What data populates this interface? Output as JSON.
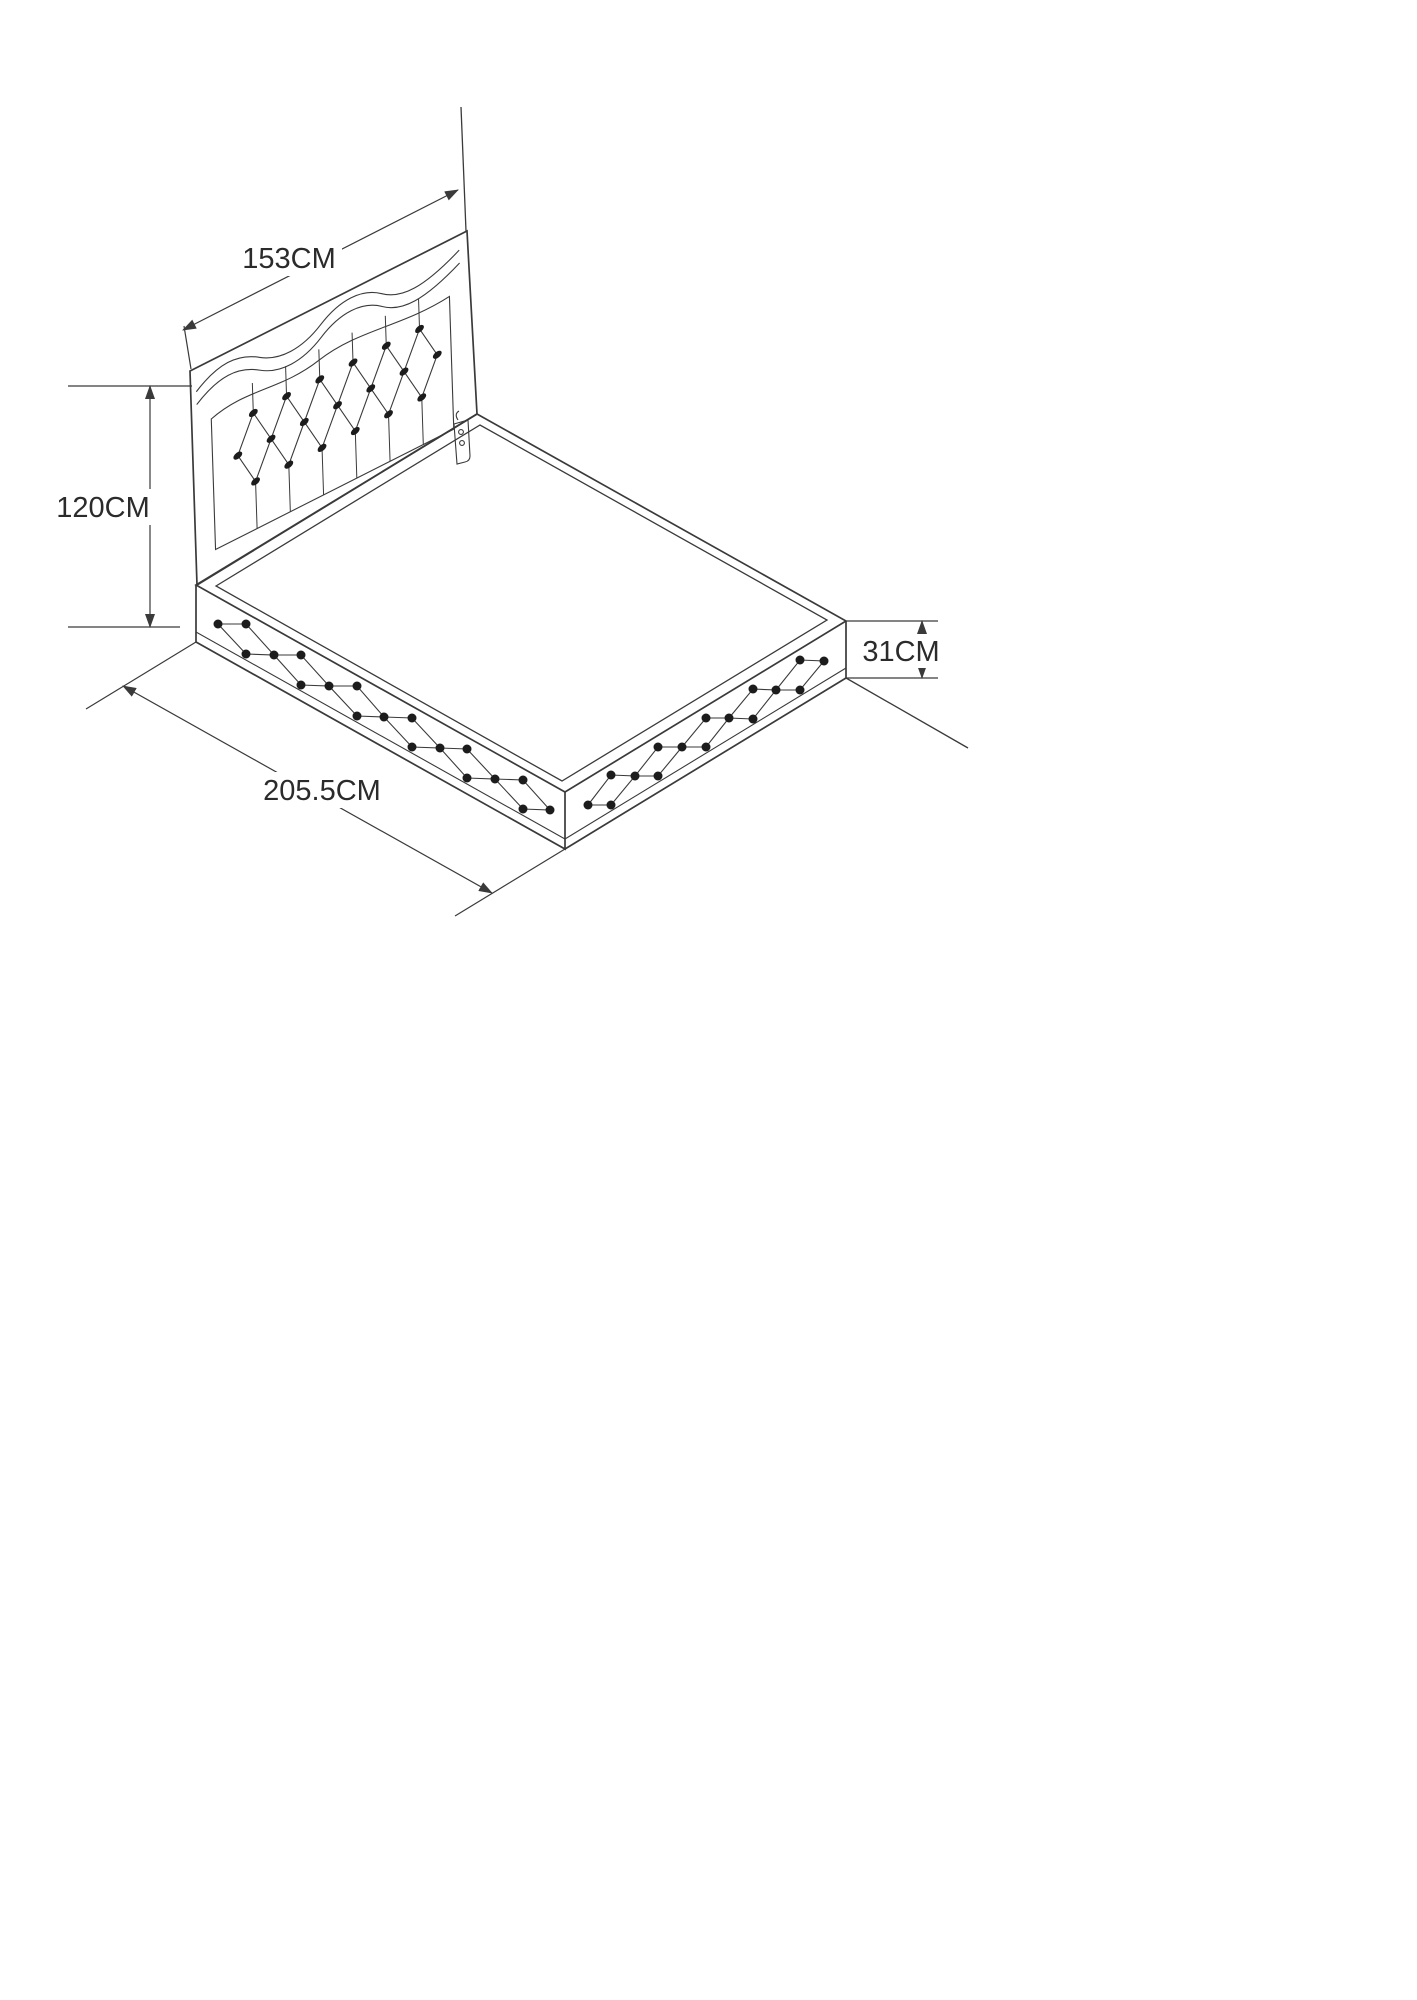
{
  "diagram": {
    "labels": {
      "headboard_width": "153CM",
      "headboard_height": "120CM",
      "bed_length": "205.5CM",
      "base_height": "31CM"
    },
    "measurements": {
      "headboard_width_cm": 153,
      "headboard_height_cm": 120,
      "bed_length_cm": 205.5,
      "base_height_cm": 31,
      "unit": "CM"
    },
    "colors": {
      "line": "#3a3a3a",
      "button_dot": "#1c1c1c",
      "background": "#ffffff",
      "label_text": "#2b2b2b"
    }
  }
}
